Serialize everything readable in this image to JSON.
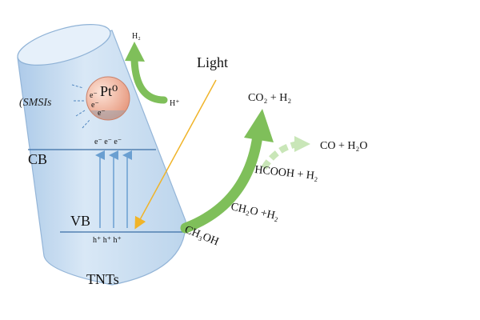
{
  "labels": {
    "h2_top": "H₂",
    "light": "Light",
    "h_plus": "H⁺",
    "smsis": "(SMSIs",
    "pt": "Pt⁰",
    "e_minus": "e⁻",
    "cb": "CB",
    "vb": "VB",
    "holes": "h⁺ h⁺ h⁺",
    "electrons_cb": "e⁻  e⁻  e⁻",
    "tnts": "TNTs",
    "co2_h2": "CO₂ + H₂",
    "co_h2o": "CO + H₂O",
    "hcooh_h2": "HCOOH + H₂",
    "ch2o_h2": "CH₂O +H₂",
    "ch3oh": "CH₃OH"
  },
  "colors": {
    "tube_fill": "#cfe1f3",
    "tube_edge": "#8fb2d6",
    "arrow_green": "#7fbf5a",
    "arrow_green_faint": "#c9e6b8",
    "light_arrow": "#f0b429",
    "excitation_arrow": "#6a9fd1",
    "pt_particle": "#f2b9a5"
  }
}
